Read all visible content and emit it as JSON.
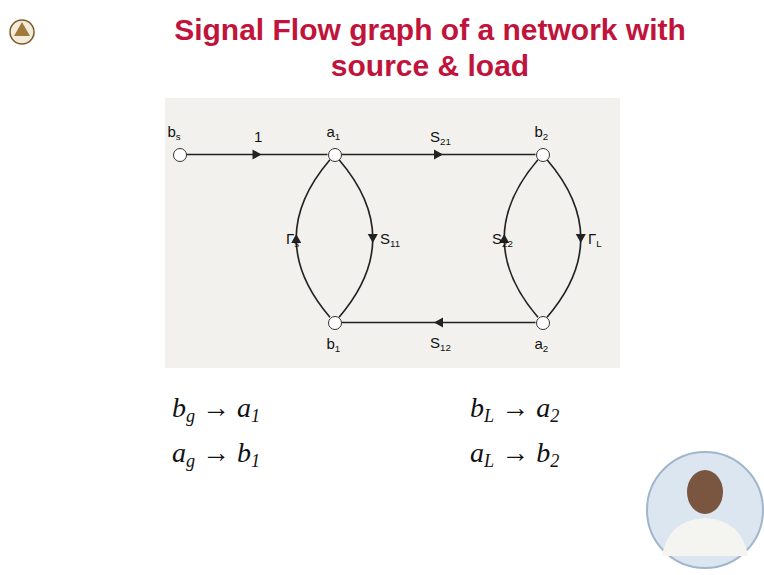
{
  "diagram": {
    "title": "Signal Flow graph of a network with source & load",
    "nodes": [
      {
        "text": [
          "bs"
        ]
      },
      {
        "text": [
          "a1"
        ]
      },
      {
        "text": [
          "b2"
        ]
      },
      {
        "text": [
          "b1"
        ]
      },
      {
        "text": [
          "a2"
        ]
      }
    ],
    "edges": [
      {
        "from": 0,
        "to": 1,
        "label": "1",
        "arrow": "to"
      },
      {
        "from": 1,
        "to": 2,
        "label": "S21",
        "arrow": "to"
      },
      {
        "from": 1,
        "to": 3,
        "label": "S11",
        "arrow": "to"
      },
      {
        "from": 3,
        "to": 1,
        "label": "Γs",
        "arrow": "to"
      },
      {
        "from": 2,
        "to": 4,
        "label": "ΓL",
        "arrow": "to"
      },
      {
        "from": 4,
        "to": 2,
        "label": "S22",
        "arrow": "to"
      },
      {
        "from": 4,
        "to": 3,
        "label": "S12",
        "arrow": "to"
      }
    ],
    "labels": [
      "bg → a1",
      "bL → a2",
      "ag → b1",
      "aL → b2"
    ]
  }
}
